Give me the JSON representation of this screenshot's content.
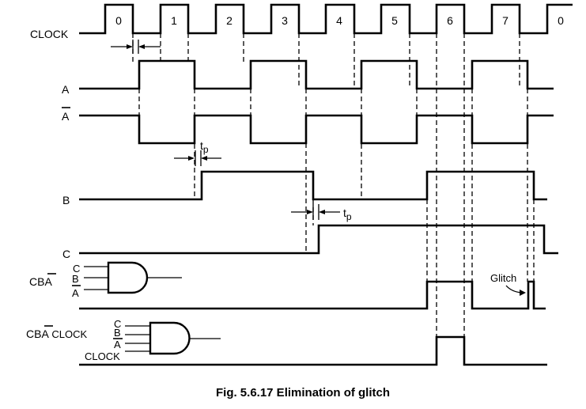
{
  "figure": {
    "caption": "Fig. 5.6.17 Elimination of glitch",
    "clock_labels": [
      "0",
      "1",
      "2",
      "3",
      "4",
      "5",
      "6",
      "7",
      "0"
    ],
    "tp_label": "t",
    "tp_sub": "p",
    "glitch_label": "Glitch"
  },
  "signals": [
    {
      "id": "clock",
      "label": "CLOCK",
      "overbar": false
    },
    {
      "id": "a",
      "label": "A",
      "overbar": false
    },
    {
      "id": "a_bar",
      "label": "A",
      "overbar": true
    },
    {
      "id": "b",
      "label": "B",
      "overbar": false
    },
    {
      "id": "c",
      "label": "C",
      "overbar": false
    },
    {
      "id": "cba",
      "label": "CBA",
      "overbar_last": true
    },
    {
      "id": "cba_clock",
      "label": "CBA CLOCK",
      "overbar_on": "A"
    }
  ],
  "gate1": {
    "inputs": [
      "C",
      "B",
      "A"
    ],
    "overbar_input": "A"
  },
  "gate2": {
    "inputs": [
      "C",
      "B",
      "A",
      "CLOCK"
    ],
    "overbar_input": "A"
  },
  "labels": {
    "cba_prefix": "CB",
    "cba_bar": "A",
    "cba_clock_prefix": "CB",
    "cba_clock_bar": "A",
    "cba_clock_suffix": " CLOCK"
  },
  "chart_data": {
    "type": "timing",
    "title": "Fig. 5.6.17 Elimination of glitch",
    "time_unit": "clock half-period",
    "clock_cycles": [
      "0",
      "1",
      "2",
      "3",
      "4",
      "5",
      "6",
      "7",
      "0"
    ],
    "waveforms": {
      "CLOCK": [
        [
          0,
          0
        ],
        [
          1,
          1
        ],
        [
          1.5,
          0
        ],
        [
          2,
          1
        ],
        [
          2.5,
          0
        ],
        [
          3,
          1
        ],
        [
          3.5,
          0
        ],
        [
          4,
          1
        ],
        [
          4.5,
          0
        ],
        [
          5,
          1
        ],
        [
          5.5,
          0
        ],
        [
          6,
          1
        ],
        [
          6.5,
          0
        ],
        [
          7,
          1
        ],
        [
          7.5,
          0
        ],
        [
          8,
          1
        ],
        [
          8.5,
          0
        ],
        [
          9,
          1
        ]
      ],
      "A": [
        [
          0,
          0
        ],
        [
          1.6,
          1
        ],
        [
          2.6,
          0
        ],
        [
          3.6,
          1
        ],
        [
          4.6,
          0
        ],
        [
          5.6,
          1
        ],
        [
          6.6,
          0
        ],
        [
          7.6,
          1
        ],
        [
          8.6,
          0
        ]
      ],
      "A_bar": [
        [
          0,
          1
        ],
        [
          1.6,
          0
        ],
        [
          2.6,
          1
        ],
        [
          3.6,
          0
        ],
        [
          4.6,
          1
        ],
        [
          5.6,
          0
        ],
        [
          6.6,
          1
        ],
        [
          7.6,
          0
        ],
        [
          8.6,
          1
        ]
      ],
      "B": [
        [
          0,
          0
        ],
        [
          2.7,
          1
        ],
        [
          4.7,
          0
        ],
        [
          6.7,
          1
        ],
        [
          8.7,
          0
        ]
      ],
      "C": [
        [
          0,
          0
        ],
        [
          4.8,
          1
        ],
        [
          8.8,
          0
        ]
      ],
      "CBA_bar": [
        [
          0,
          0
        ],
        [
          6.7,
          1
        ],
        [
          7.5,
          0
        ],
        [
          8.52,
          1
        ],
        [
          8.62,
          0
        ]
      ],
      "CBA_bar_CLOCK": [
        [
          0,
          0
        ],
        [
          7,
          1
        ],
        [
          7.5,
          0
        ]
      ]
    }
  }
}
